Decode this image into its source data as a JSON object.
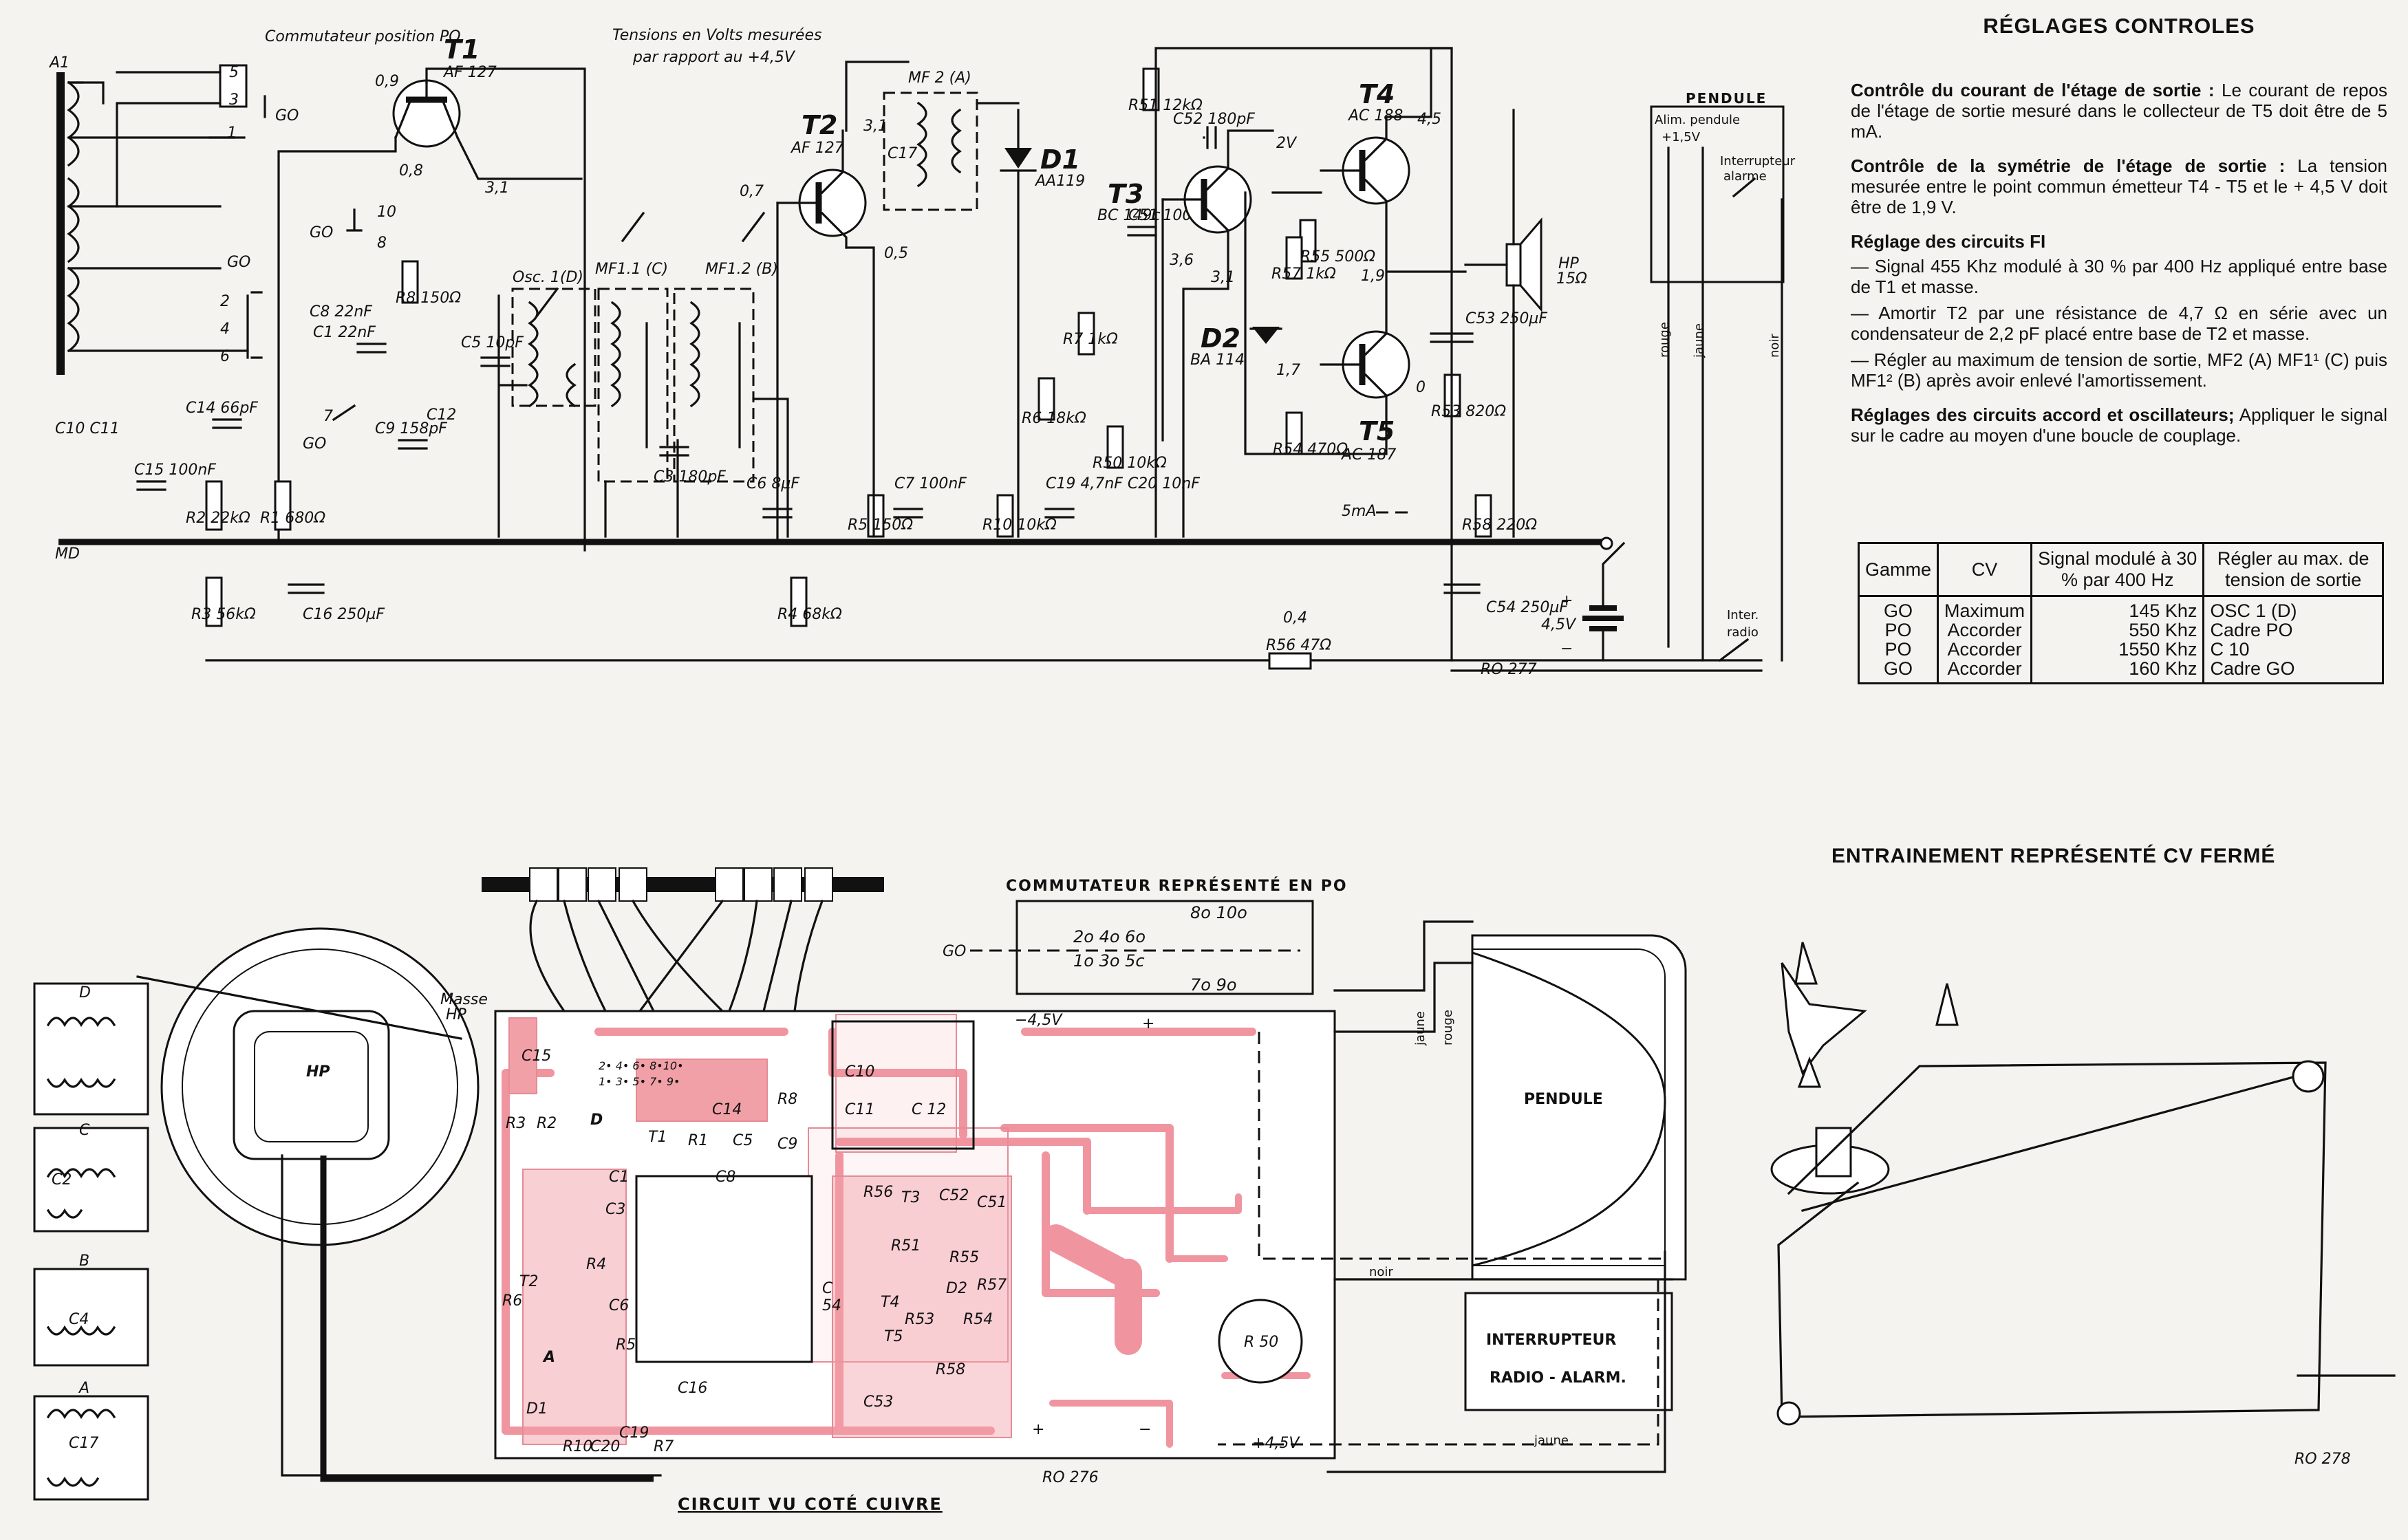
{
  "header": {
    "reglages_title": "RÉGLAGES CONTROLES",
    "entrainement_title": "ENTRAINEMENT REPRÉSENTÉ CV FERMÉ"
  },
  "instructions": [
    {
      "title": "Contrôle du courant de l'étage de sortie :",
      "body": " Le courant de repos de l'étage de sortie mesuré dans le collecteur de T5 doit être de 5 mA."
    },
    {
      "title": "Contrôle de la symétrie de l'étage de sortie :",
      "body": " La tension mesurée entre le point commun émetteur T4 - T5 et le + 4,5 V doit être de 1,9 V."
    },
    {
      "title": "Réglage des circuits FI",
      "body": ""
    },
    {
      "title": "",
      "body": "— Signal 455 Khz modulé à 30 % par 400 Hz appliqué entre base de T1 et masse."
    },
    {
      "title": "",
      "body": "— Amortir T2 par une résistance de 4,7 Ω en série avec un condensateur de 2,2 pF placé entre base de T2 et masse."
    },
    {
      "title": "",
      "body": "— Régler au maximum de tension de sortie, MF2 (A) MF1¹ (C) puis MF1² (B) après avoir enlevé l'amortissement."
    },
    {
      "title": "Réglages des circuits accord et oscillateurs;",
      "body": " Appliquer le signal sur le cadre au moyen d'une boucle de couplage."
    }
  ],
  "table": {
    "headers": [
      "Gamme",
      "CV",
      "Signal modulé à 30 % par 400 Hz",
      "Régler au max. de tension de sortie"
    ],
    "rows": [
      [
        "GO\nPO\nPO\nGO",
        "Maximum\nAccorder\nAccorder\nAccorder",
        "145 Khz\n550 Khz\n1550 Khz\n160 Khz",
        "OSC 1 (D)\nCadre PO\nC 10\nCadre GO"
      ]
    ]
  },
  "schematic": {
    "notes": {
      "commutateur": "Commutateur position PO",
      "tensions": "Tensions en Volts mesurées par rapport au +4,5V",
      "go": "GO",
      "ground": "MD"
    },
    "transistors": [
      {
        "ref": "T1",
        "type": "AF 127"
      },
      {
        "ref": "T2",
        "type": "AF 127"
      },
      {
        "ref": "T3",
        "type": "BC 149c"
      },
      {
        "ref": "T4",
        "type": "AC 188"
      },
      {
        "ref": "T5",
        "type": "AC 187"
      }
    ],
    "diodes": [
      {
        "ref": "D1",
        "type": "AA119"
      },
      {
        "ref": "D2",
        "type": "BA 114"
      }
    ],
    "transformers": [
      "MF 2 (A)",
      "MF1.1 (C)",
      "MF1.2 (B)",
      "Osc. 1 (D)"
    ],
    "voltages": [
      "0,9",
      "0,8",
      "3,1",
      "0,7",
      "3,1",
      "0,5",
      "3,6",
      "3,1",
      "2V",
      "4,5",
      "1,9",
      "1,7",
      "0"
    ],
    "resistors": [
      "R1 680Ω",
      "R2 22kΩ",
      "R3 56kΩ",
      "R4 68kΩ",
      "R5 150Ω",
      "R6 18kΩ",
      "R7 1kΩ",
      "R8 150Ω",
      "R10 10kΩ",
      "R50 10kΩ",
      "R51 12kΩ",
      "R53 820Ω",
      "R54 470Ω",
      "R55 500Ω",
      "R56 47Ω",
      "R57 1kΩ",
      "R58 220Ω"
    ],
    "capacitors": [
      "C1 22nF",
      "C3 180pF",
      "C5 10pF",
      "C6 8µF",
      "C7 100nF",
      "C8 22nF",
      "C9 158pF",
      "C14 66pF",
      "C15 100nF",
      "C16 250µF",
      "C19 4,7nF",
      "C20 10nF",
      "C51 100nF",
      "C52 180pF",
      "C53 250µF",
      "C54 250µF"
    ],
    "misc": {
      "pendule": "PENDULE",
      "alim_pendule": "Alim. pendule",
      "alim_voltage": "+1,5V",
      "interrupteur_alarme": "Interrupteur alarme",
      "inter_radio": "Inter. radio",
      "hp": "HP 15Ω",
      "battery": "4,5V",
      "wires": [
        "rouge",
        "jaune",
        "noir"
      ],
      "current": "5mA",
      "r56_voltage": "0,4",
      "ref": "RO 277"
    }
  },
  "pcb": {
    "commutateur_title": "COMMUTATEUR REPRÉSENTÉ EN PO",
    "switch_rows": [
      "2o 4o 6o 8o 10o",
      "1o 3o 5c 7o 9o"
    ],
    "go_label": "GO",
    "bottom_caption": "CIRCUIT VU COTÉ CUIVRE",
    "ref": "RO 276",
    "hp_label": "HP",
    "masse_hp": "Masse HP",
    "coils": [
      "D",
      "C",
      "B",
      "A"
    ],
    "coil_caps": [
      "C2",
      "C4",
      "C17"
    ],
    "plus45": "+4,5V",
    "minus45": "−4,5V",
    "pendule": "PENDULE",
    "interrupteur": "INTERRUPTEUR RADIO - ALARM.",
    "parts": [
      "C15",
      "R3",
      "R2",
      "D",
      "T1",
      "R1",
      "C14",
      "R8",
      "C5",
      "C9",
      "C10",
      "C11",
      "C 12",
      "C1",
      "C8",
      "C3",
      "R4",
      "R6",
      "T2",
      "C6",
      "A",
      "R5",
      "D1",
      "R10",
      "C20",
      "C19",
      "R7",
      "C16",
      "R56",
      "T3",
      "C52",
      "C51",
      "R51",
      "R55",
      "D2",
      "R57",
      "C54",
      "T4",
      "R53",
      "T5",
      "R54",
      "R58",
      "C53",
      "R 50"
    ]
  },
  "drive": {
    "ref": "RO 278"
  }
}
